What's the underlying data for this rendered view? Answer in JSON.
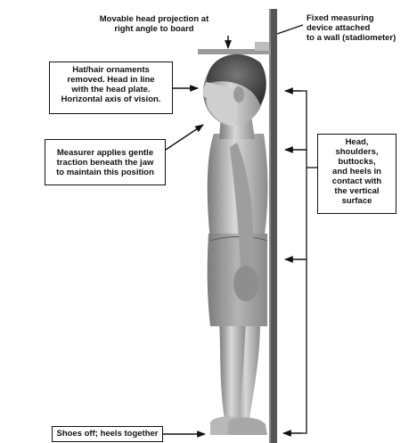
{
  "labels": {
    "head_projection": "Movable head projection at\nright angle to board",
    "stadiometer": "Fixed measuring\ndevice attached\nto a wall (stadiometer)",
    "head_position": "Hat/hair ornaments\nremoved.  Head in line\nwith the head plate.\nHorizontal axis of vision.",
    "traction": "Measurer applies gentle\ntraction beneath the jaw\nto maintain this position",
    "contact_points": "Head,\nshoulders,\nbuttocks,\nand heels in\ncontact with\nthe vertical\nsurface",
    "shoes": "Shoes off; heels together"
  },
  "colors": {
    "ink": "#111111",
    "board": "#555555",
    "skin_light": "#d9d9d9",
    "skin_dark": "#8a8a8a",
    "hair": "#4a4a4a",
    "shorts": "#9a9a9a"
  }
}
